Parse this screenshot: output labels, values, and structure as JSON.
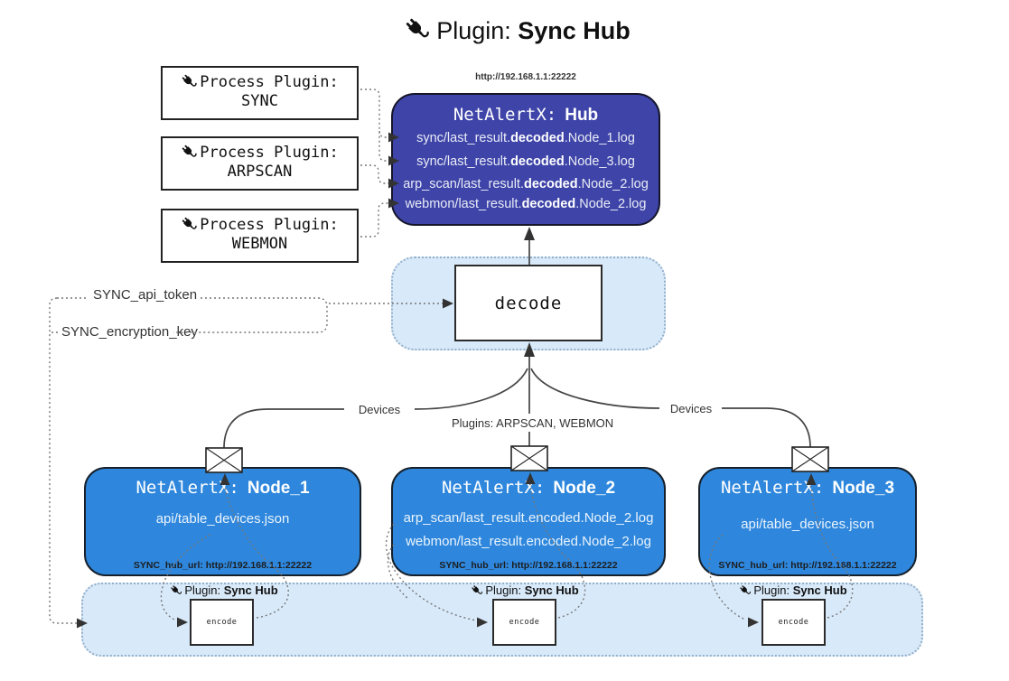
{
  "title": {
    "pre": "Plugin:",
    "bold": "Sync Hub"
  },
  "hub": {
    "url": "http://192.168.1.1:22222",
    "name_prefix": "NetAlertX:",
    "name": "Hub",
    "log_lines": [
      {
        "pre": "sync/last_result.",
        "bold": "decoded",
        "post": ".Node_1.log"
      },
      {
        "pre": "sync/last_result.",
        "bold": "decoded",
        "post": ".Node_3.log"
      },
      {
        "pre": "arp_scan/last_result.",
        "bold": "decoded",
        "post": ".Node_2.log"
      },
      {
        "pre": "webmon/last_result.",
        "bold": "decoded",
        "post": ".Node_2.log"
      }
    ]
  },
  "process_plugins": [
    {
      "label": "Process Plugin:",
      "name": "SYNC"
    },
    {
      "label": "Process Plugin:",
      "name": "ARPSCAN"
    },
    {
      "label": "Process Plugin:",
      "name": "WEBMON"
    }
  ],
  "config": {
    "api_token": "SYNC_api_token",
    "encryption_key": "SYNC_encryption_key"
  },
  "decoder": {
    "label": "decode"
  },
  "edge_labels": {
    "devices_left": "Devices",
    "plugins": "Plugins: ARPSCAN, WEBMON",
    "devices_right": "Devices"
  },
  "nodes": [
    {
      "name_prefix": "NetAlertX:",
      "name": "Node_1",
      "files": [
        "api/table_devices.json"
      ],
      "hub_url": "SYNC_hub_url: http://192.168.1.1:22222"
    },
    {
      "name_prefix": "NetAlertX:",
      "name": "Node_2",
      "files": [
        "arp_scan/last_result.encoded.Node_2.log",
        "webmon/last_result.encoded.Node_2.log"
      ],
      "hub_url": "SYNC_hub_url: http://192.168.1.1:22222"
    },
    {
      "name_prefix": "NetAlertX:",
      "name": "Node_3",
      "files": [
        "api/table_devices.json"
      ],
      "hub_url": "SYNC_hub_url: http://192.168.1.1:22222"
    }
  ],
  "encoders": [
    {
      "plugin_pre": "Plugin:",
      "plugin_bold": "Sync Hub",
      "label": "encode"
    },
    {
      "plugin_pre": "Plugin:",
      "plugin_bold": "Sync Hub",
      "label": "encode"
    },
    {
      "plugin_pre": "Plugin:",
      "plugin_bold": "Sync Hub",
      "label": "encode"
    }
  ],
  "colors": {
    "hub_fill": "#3e44a8",
    "node_fill": "#2e87dd",
    "panel_fill": "#d8e9f9",
    "panel_border": "#94b0ca",
    "solid_line": "#444444",
    "dotted_line": "#777777",
    "light_text": "#e9ecf6"
  }
}
